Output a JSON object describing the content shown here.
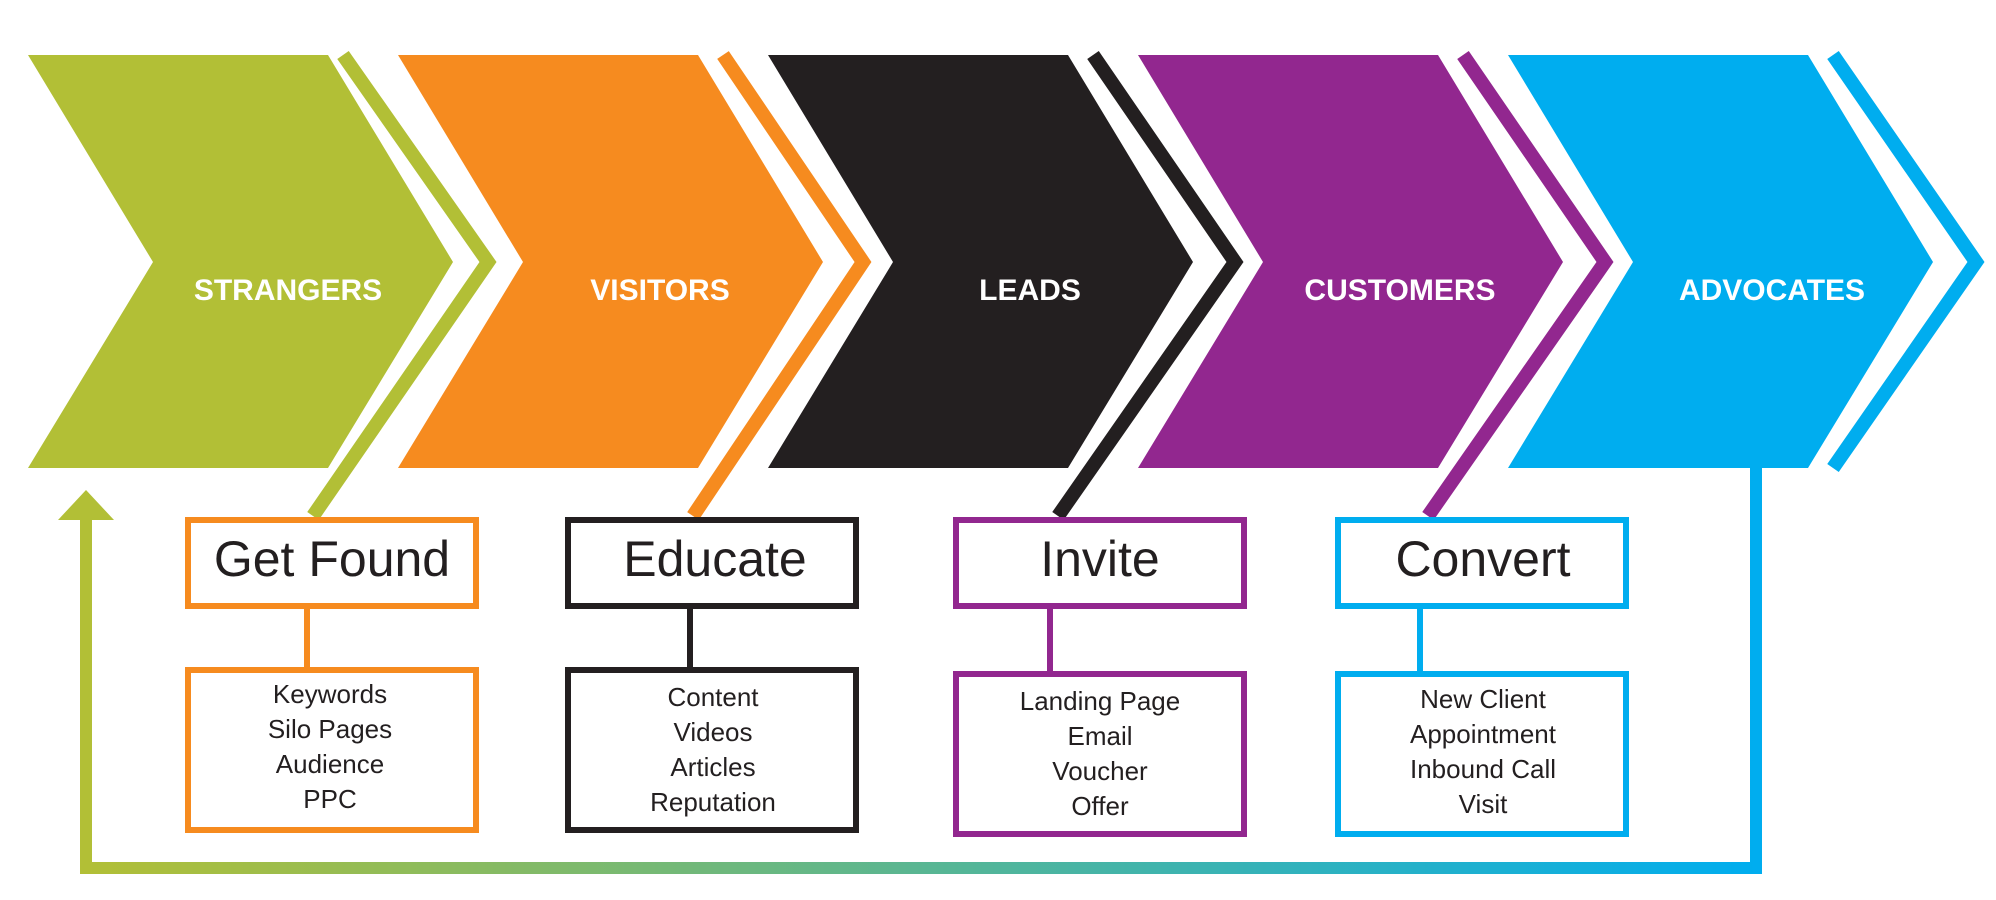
{
  "stages": [
    {
      "label": "STRANGERS",
      "color": "#b2bf36"
    },
    {
      "label": "VISITORS",
      "color": "#f68b1f"
    },
    {
      "label": "LEADS",
      "color": "#231f20"
    },
    {
      "label": "CUSTOMERS",
      "color": "#92278f"
    },
    {
      "label": "ADVOCATES",
      "color": "#00adef"
    }
  ],
  "actions": [
    {
      "title": "Get Found",
      "color": "#f68b1f",
      "items": [
        "Keywords",
        "Silo Pages",
        "Audience",
        "PPC"
      ]
    },
    {
      "title": "Educate",
      "color": "#231f20",
      "items": [
        "Content",
        "Videos",
        "Articles",
        "Reputation"
      ]
    },
    {
      "title": "Invite",
      "color": "#92278f",
      "items": [
        "Landing Page",
        "Email",
        "Voucher",
        "Offer"
      ]
    },
    {
      "title": "Convert",
      "color": "#00adef",
      "items": [
        "New Client",
        "Appointment",
        "Inbound Call",
        "Visit"
      ]
    }
  ],
  "loop": {
    "start_color": "#b2bf36",
    "end_color": "#00adef"
  }
}
